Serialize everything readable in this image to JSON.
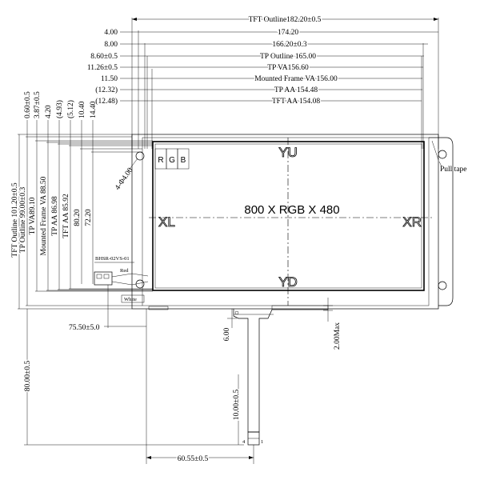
{
  "top_dims": {
    "tft_outline": "TFT Outline182.20±0.5",
    "d_4_00": "4.00",
    "d_174_20": "174.20",
    "d_8_00": "8.00",
    "d_166_20": "166.20±0.3",
    "d_8_60": "8.60±0.5",
    "tp_outline": "TP Outline 165.00",
    "d_11_26": "11.26±0.5",
    "tp_va": "TP  VA156.60",
    "d_11_50": "11.50",
    "mounted_frame": "Mounted Frame  VA 156.00",
    "d_12_32": "(12.32)",
    "tp_aa": "TP AA 154.48",
    "d_12_48": "(12.48)",
    "tft_aa": "TFT AA 154.08"
  },
  "left_dims": {
    "tft_outline": "TFT Outline 101.20±0.5",
    "tp_outline": "TP Outline 99.00±0.3",
    "tp_va": "TP  VA89.10",
    "mounted_frame": "Mounted Frame  VA 88.50",
    "tp_aa": "TP AA 86.98",
    "tft_aa": "TFT AA 85.92",
    "d_80_20": "80.20",
    "d_72_20": "72.20",
    "d_0_60": "0.60±0.5",
    "d_3_87": "3.87±0.5",
    "d_4_20": "4.20",
    "d_4_93": "(4.93)",
    "d_5_12": "(5.12)",
    "d_10_40": "10.40",
    "d_14_40": "14.40",
    "d_80_00": "80.00±0.5"
  },
  "bottom_dims": {
    "d_75_50": "75.50±5.0",
    "d_6_00": "6.00",
    "d_2_00max": "2.00Max",
    "d_10_00": "10.00±0.5",
    "d_60_55": "60.55±0.5",
    "pin_4": "4",
    "pin_1": "1"
  },
  "panel": {
    "resolution": "800 X RGB X 480",
    "yu": "YU",
    "yd": "YD",
    "xl": "XL",
    "xr": "XR",
    "r": "R",
    "g": "G",
    "b": "B",
    "holes": "4-Φ4.00",
    "pull_tape": "Pull tape"
  },
  "connector": {
    "part": "BHSR-02VS-01",
    "red": "Red",
    "white": "White"
  }
}
